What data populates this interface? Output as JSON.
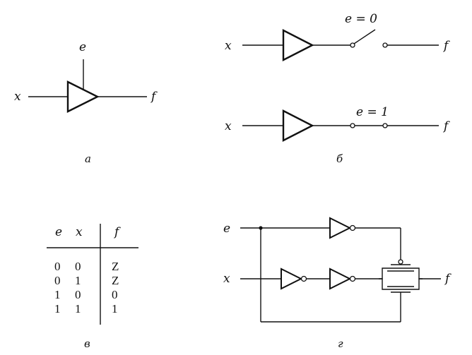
{
  "panel_a": {
    "input": "x",
    "enable": "e",
    "output": "f",
    "caption": "а"
  },
  "panel_b": {
    "top": {
      "input": "x",
      "output": "f",
      "switch_label": "e = 0"
    },
    "bottom": {
      "input": "x",
      "output": "f",
      "switch_label": "e = 1"
    },
    "caption": "б"
  },
  "panel_v": {
    "headers": [
      "e",
      "x",
      "f"
    ],
    "rows": [
      [
        "0",
        "0",
        "Z"
      ],
      [
        "0",
        "1",
        "Z"
      ],
      [
        "1",
        "0",
        "0"
      ],
      [
        "1",
        "1",
        "1"
      ]
    ],
    "caption": "в"
  },
  "panel_g": {
    "enable": "e",
    "input": "x",
    "output": "f",
    "caption": "г"
  }
}
